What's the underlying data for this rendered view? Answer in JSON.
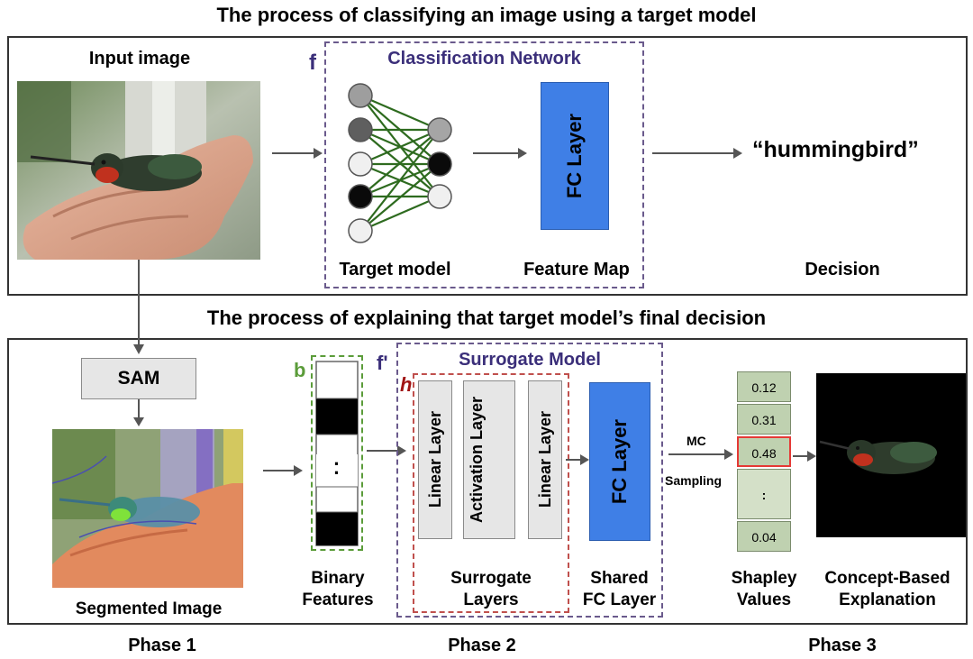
{
  "top_title": "The process of classifying an image using a target model",
  "bottom_title": "The process of explaining that target model’s final decision",
  "top": {
    "input_image_label": "Input image",
    "f_label": "f",
    "network_title": "Classification Network",
    "fc_label": "FC Layer",
    "output_word": "“hummingbird”",
    "target_model_label": "Target model",
    "feature_map_label": "Feature Map",
    "decision_label": "Decision"
  },
  "bottom": {
    "sam_label": "SAM",
    "segmented_label": "Segmented Image",
    "b_label": "b",
    "dots": "·",
    "binary_features_label": "Binary Features",
    "f_prime_label": "f'",
    "surrogate_title": "Surrogate Model",
    "h_label": "h",
    "layer1": "Linear Layer",
    "layer2": "Activation Layer",
    "layer3": "Linear Layer",
    "surrogate_layers_label": "Surrogate Layers",
    "fc_label": "FC Layer",
    "shared_fc_label": "Shared FC Layer",
    "mc_label": "MC",
    "sampling_label": "Sampling",
    "shapley_values": [
      "0.12",
      "0.31",
      "0.48",
      ":",
      "0.04"
    ],
    "shapley_label": "Shapley Values",
    "explanation_label": "Concept-Based Explanation"
  },
  "phases": [
    "Phase 1",
    "Phase 2",
    "Phase 3"
  ],
  "colors": {
    "fc_blue": "#3f7fe6",
    "network_title": "#3b2f7a",
    "edge_green": "#2e6b1f",
    "highlight_red": "#e53935",
    "shapley_green": "#bfd1b0"
  }
}
